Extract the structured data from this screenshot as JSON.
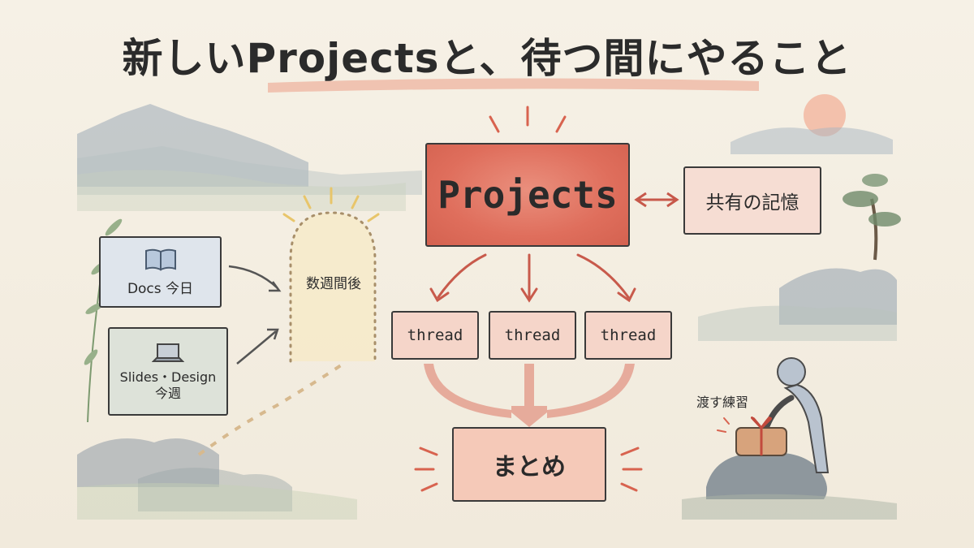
{
  "title": "新しいProjectsと、待つ間にやること",
  "nodes": {
    "projects": "Projects",
    "memory": "共有の記憶",
    "threads": [
      "thread",
      "thread",
      "thread"
    ],
    "summary": "まとめ",
    "docs": "Docs 今日",
    "slides_line1": "Slides・Design",
    "slides_line2": "今週",
    "weeks_later": "数週間後",
    "handoff": "渡す練習"
  },
  "icons": {
    "docs": "book-icon",
    "slides": "laptop-icon"
  },
  "colors": {
    "projects_fill": "#df6e5c",
    "accent_arrow": "#d0604e",
    "sun": "#f2b9a2",
    "mountain": "#8fa1b3"
  }
}
